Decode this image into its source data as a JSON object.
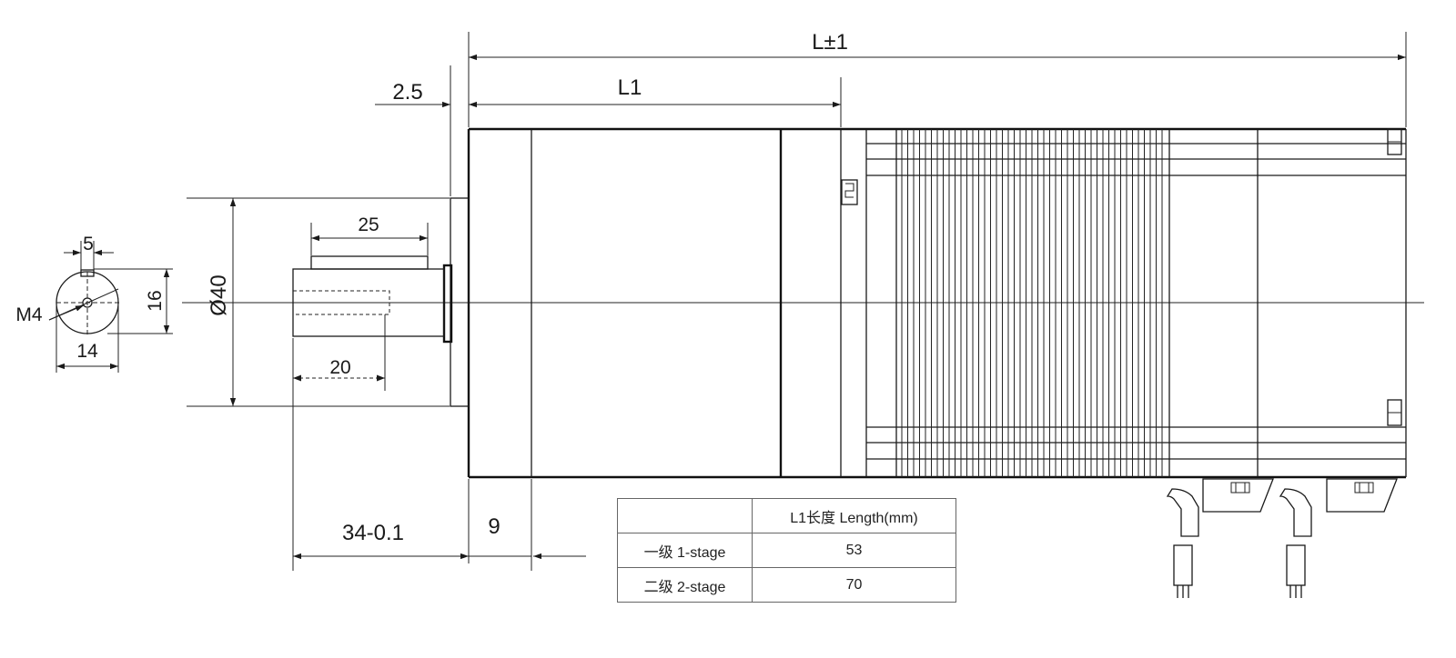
{
  "dimensions": {
    "overall_length": "L±1",
    "gearbox_length": "L1",
    "flange_offset": "2.5",
    "key_length": "25",
    "key_width": "5",
    "thread": "M4",
    "shaft_height": "16",
    "shaft_diameter": "14",
    "pilot_diameter": "Ø40",
    "thread_depth": "20",
    "shaft_length": "34-0.1",
    "flange_thickness": "9"
  },
  "length_table": {
    "header": [
      "",
      "L1长度 Length(mm)"
    ],
    "rows": [
      {
        "stage": "一级 1-stage",
        "length": "53"
      },
      {
        "stage": "二级 2-stage",
        "length": "70"
      }
    ]
  },
  "colors": {
    "line": "#1a1a1a",
    "background": "#ffffff"
  }
}
